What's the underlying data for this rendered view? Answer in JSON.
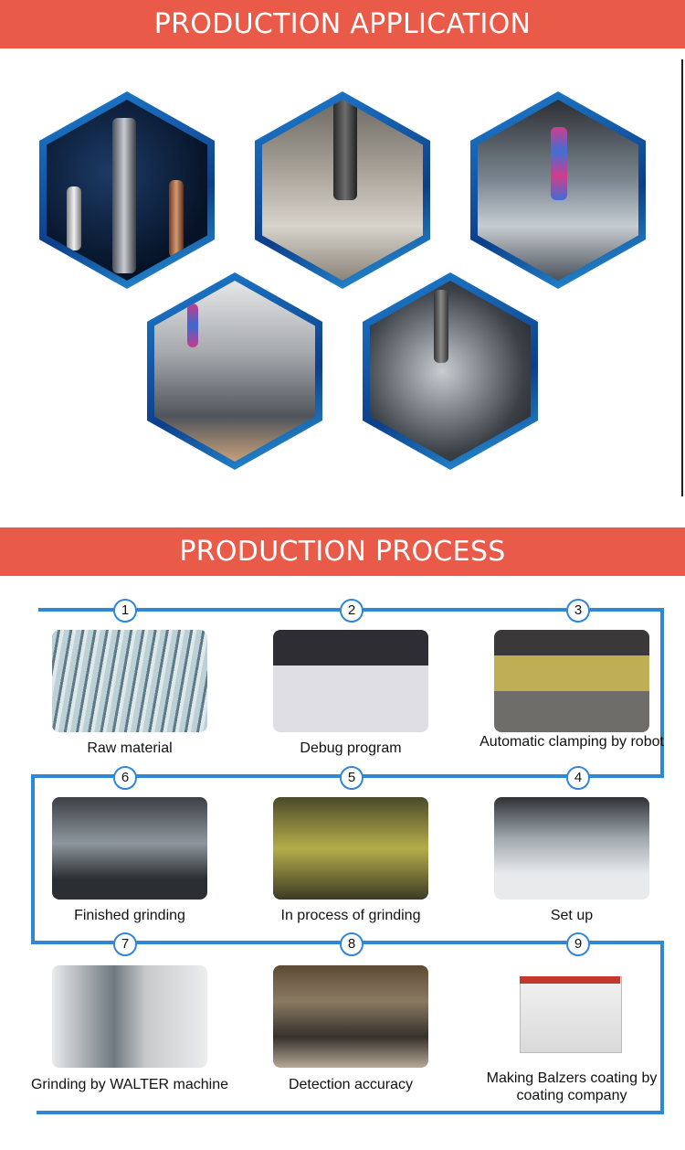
{
  "header": {
    "title": "PRODUCTION APPLICATION"
  },
  "process_header": {
    "title": "PRODUCTION PROCESS"
  },
  "application_images": [
    {
      "name": "end-mills-on-dark-background"
    },
    {
      "name": "drill-with-metal-chips"
    },
    {
      "name": "milling-cutter-machining-part"
    },
    {
      "name": "tool-in-machine-fixture"
    },
    {
      "name": "cutter-spraying-coolant"
    }
  ],
  "process_steps": [
    {
      "number": "1",
      "label": "Raw material"
    },
    {
      "number": "2",
      "label": "Debug program"
    },
    {
      "number": "3",
      "label": "Automatic clamping by robot"
    },
    {
      "number": "4",
      "label": "Set up"
    },
    {
      "number": "5",
      "label": "In process of grinding"
    },
    {
      "number": "6",
      "label": "Finished grinding"
    },
    {
      "number": "7",
      "label": "Grinding by WALTER machine"
    },
    {
      "number": "8",
      "label": "Detection accuracy"
    },
    {
      "number": "9",
      "label": "Making Balzers coating by coating company"
    }
  ],
  "colors": {
    "banner": "#ea5a48",
    "flow_line": "#2f87d6",
    "hex_border": "#1e7fd0"
  }
}
